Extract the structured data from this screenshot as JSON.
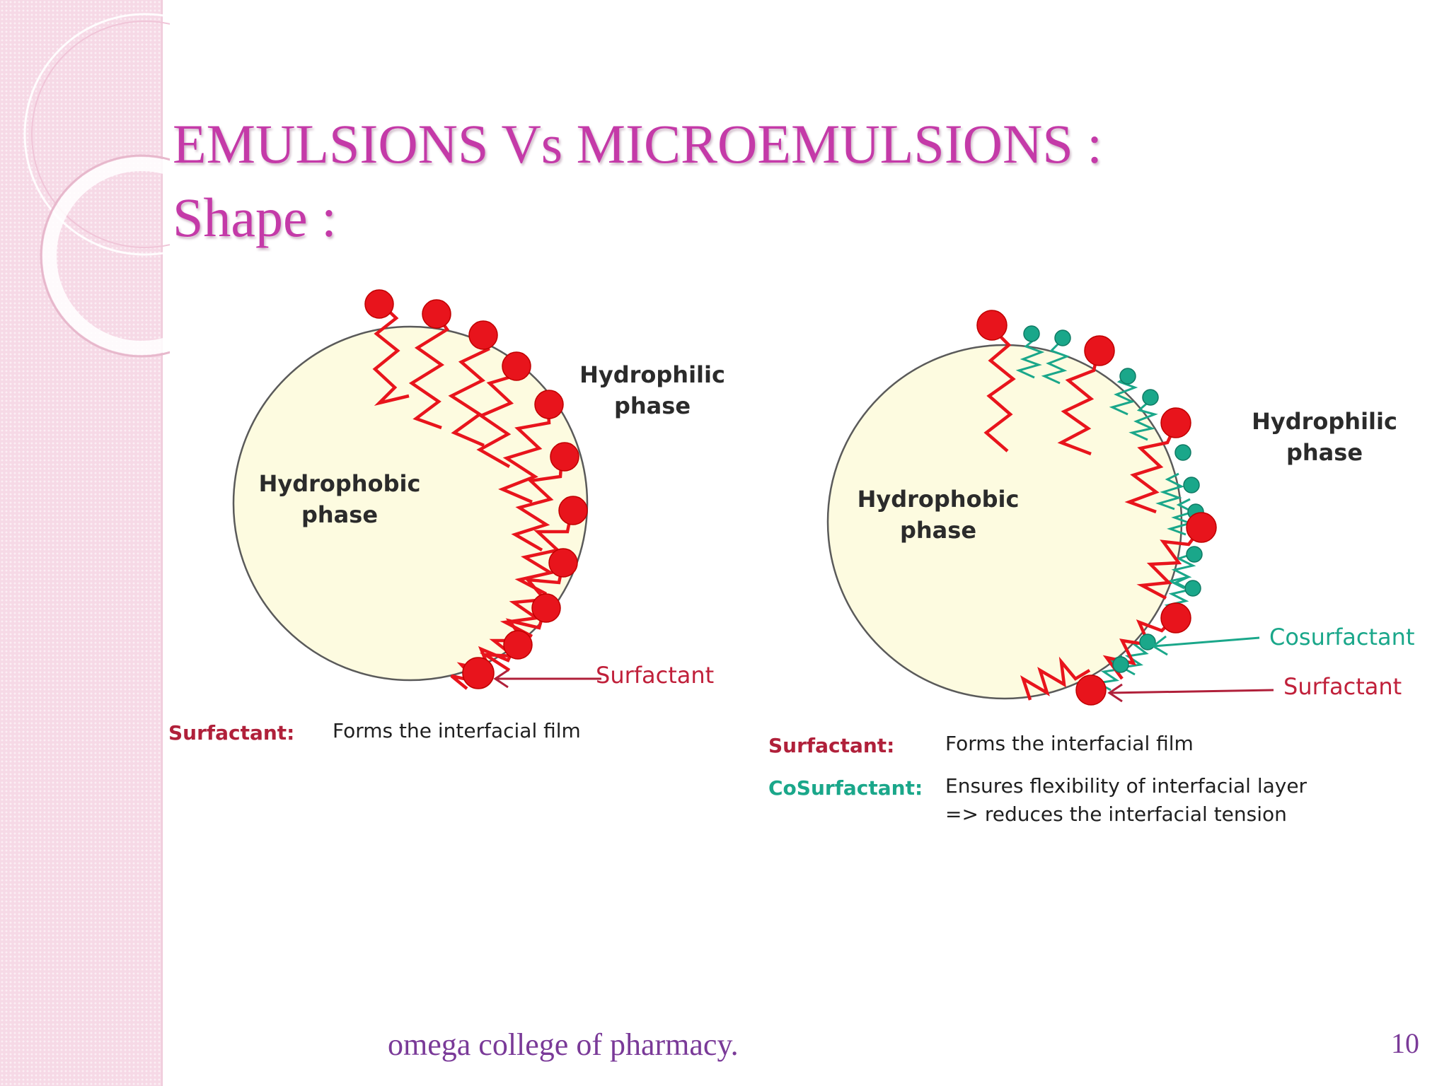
{
  "slide": {
    "title_line1": "EMULSIONS Vs MICROEMULSIONS :",
    "title_line2": "Shape :",
    "footer": "omega college of pharmacy.",
    "page_number": "10"
  },
  "left_diagram": {
    "hydrophilic_line1": "Hydrophilic",
    "hydrophilic_line2": "phase",
    "hydrophobic_line1": "Hydrophobic",
    "hydrophobic_line2": "phase",
    "surfactant_callout": "Surfactant",
    "legend": {
      "term": "Surfactant:",
      "desc": "Forms the interfacial film"
    }
  },
  "right_diagram": {
    "hydrophilic_line1": "Hydrophilic",
    "hydrophilic_line2": "phase",
    "hydrophobic_line1": "Hydrophobic",
    "hydrophobic_line2": "phase",
    "cosurfactant_callout": "Cosurfactant",
    "surfactant_callout": "Surfactant",
    "legend": {
      "surfactant_term": "Surfactant:",
      "surfactant_desc": "Forms the interfacial film",
      "cosurfactant_term": "CoSurfactant:",
      "cosurfactant_desc_line1": "Ensures flexibility of interfacial layer",
      "cosurfactant_desc_line2": "=> reduces the interfacial tension"
    }
  },
  "colors": {
    "title": "#c43aa8",
    "surfactant": "#e8141c",
    "cosurfactant": "#1aa78a",
    "droplet_fill": "#fdfbe0",
    "footer": "#7a3a98"
  }
}
